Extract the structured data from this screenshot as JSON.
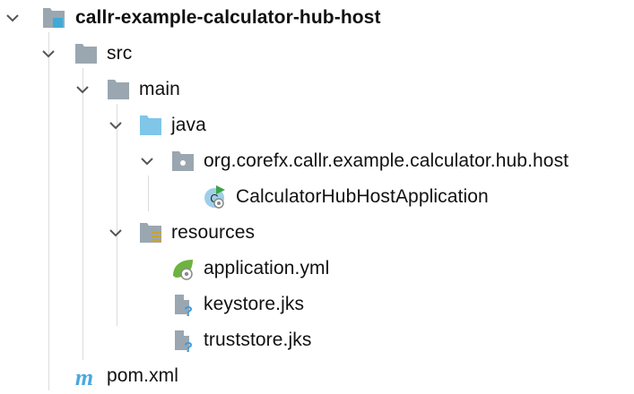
{
  "tree": {
    "root": {
      "label": "callr-example-calculator-hub-host",
      "icon": "module-folder-icon",
      "expanded": true
    },
    "src": {
      "label": "src",
      "icon": "folder-icon",
      "expanded": true
    },
    "main": {
      "label": "main",
      "icon": "folder-icon",
      "expanded": true
    },
    "java": {
      "label": "java",
      "icon": "source-root-folder-icon",
      "expanded": true
    },
    "package": {
      "label": "org.corefx.callr.example.calculator.hub.host",
      "icon": "package-icon",
      "expanded": true
    },
    "app_class": {
      "label": "CalculatorHubHostApplication",
      "icon": "spring-boot-class-icon"
    },
    "resources": {
      "label": "resources",
      "icon": "resources-folder-icon",
      "expanded": true
    },
    "application_yml": {
      "label": "application.yml",
      "icon": "spring-config-icon"
    },
    "keystore": {
      "label": "keystore.jks",
      "icon": "unknown-file-icon"
    },
    "truststore": {
      "label": "truststore.jks",
      "icon": "unknown-file-icon"
    },
    "pom": {
      "label": "pom.xml",
      "icon": "maven-icon"
    }
  },
  "colors": {
    "folder": "#9aa7b0",
    "source_root": "#7fc6e8",
    "resources_stripes": "#c9a232",
    "spring_green": "#6db33f",
    "question_blue": "#3d9ae0",
    "maven_blue": "#4aa8e0"
  }
}
